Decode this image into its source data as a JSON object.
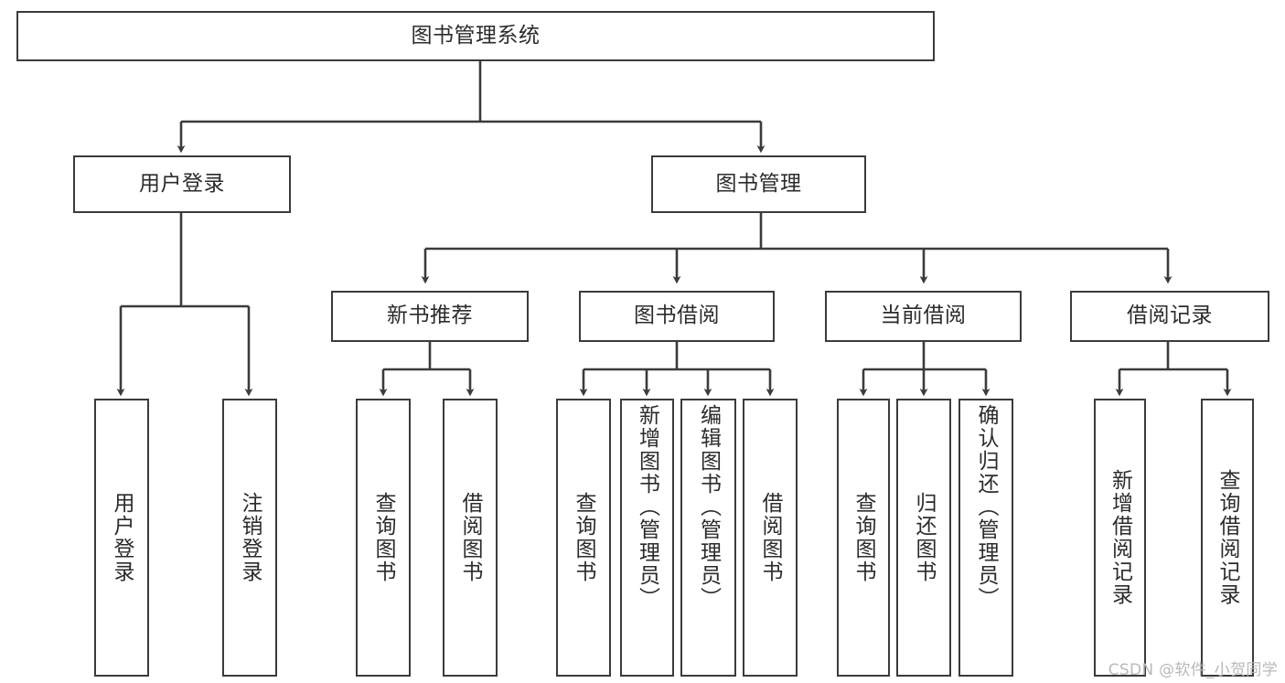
{
  "diagram": {
    "title": "图书管理系统",
    "watermark": "CSDN @软件_小贺同学",
    "colors": {
      "stroke": "#3b3b3b",
      "fill": "#ffffff",
      "text": "#2b2b2b",
      "watermark": "#b9b9b9"
    },
    "root": {
      "label": "图书管理系统"
    },
    "level2": [
      {
        "label": "用户登录"
      },
      {
        "label": "图书管理"
      }
    ],
    "level3": [
      {
        "label": "新书推荐"
      },
      {
        "label": "图书借阅"
      },
      {
        "label": "当前借阅"
      },
      {
        "label": "借阅记录"
      }
    ],
    "leaves": {
      "user_login": [
        {
          "label": "用户登录"
        },
        {
          "label": "注销登录"
        }
      ],
      "new_book": [
        {
          "label": "查询图书"
        },
        {
          "label": "借阅图书"
        }
      ],
      "borrow_book": [
        {
          "label": "查询图书"
        },
        {
          "label": "新增图书（管理员）"
        },
        {
          "label": "编辑图书（管理员）"
        },
        {
          "label": "借阅图书"
        }
      ],
      "current_borrow": [
        {
          "label": "查询图书"
        },
        {
          "label": "归还图书"
        },
        {
          "label": "确认归还（管理员）"
        }
      ],
      "borrow_record": [
        {
          "label": "新增借阅记录"
        },
        {
          "label": "查询借阅记录"
        }
      ]
    }
  }
}
